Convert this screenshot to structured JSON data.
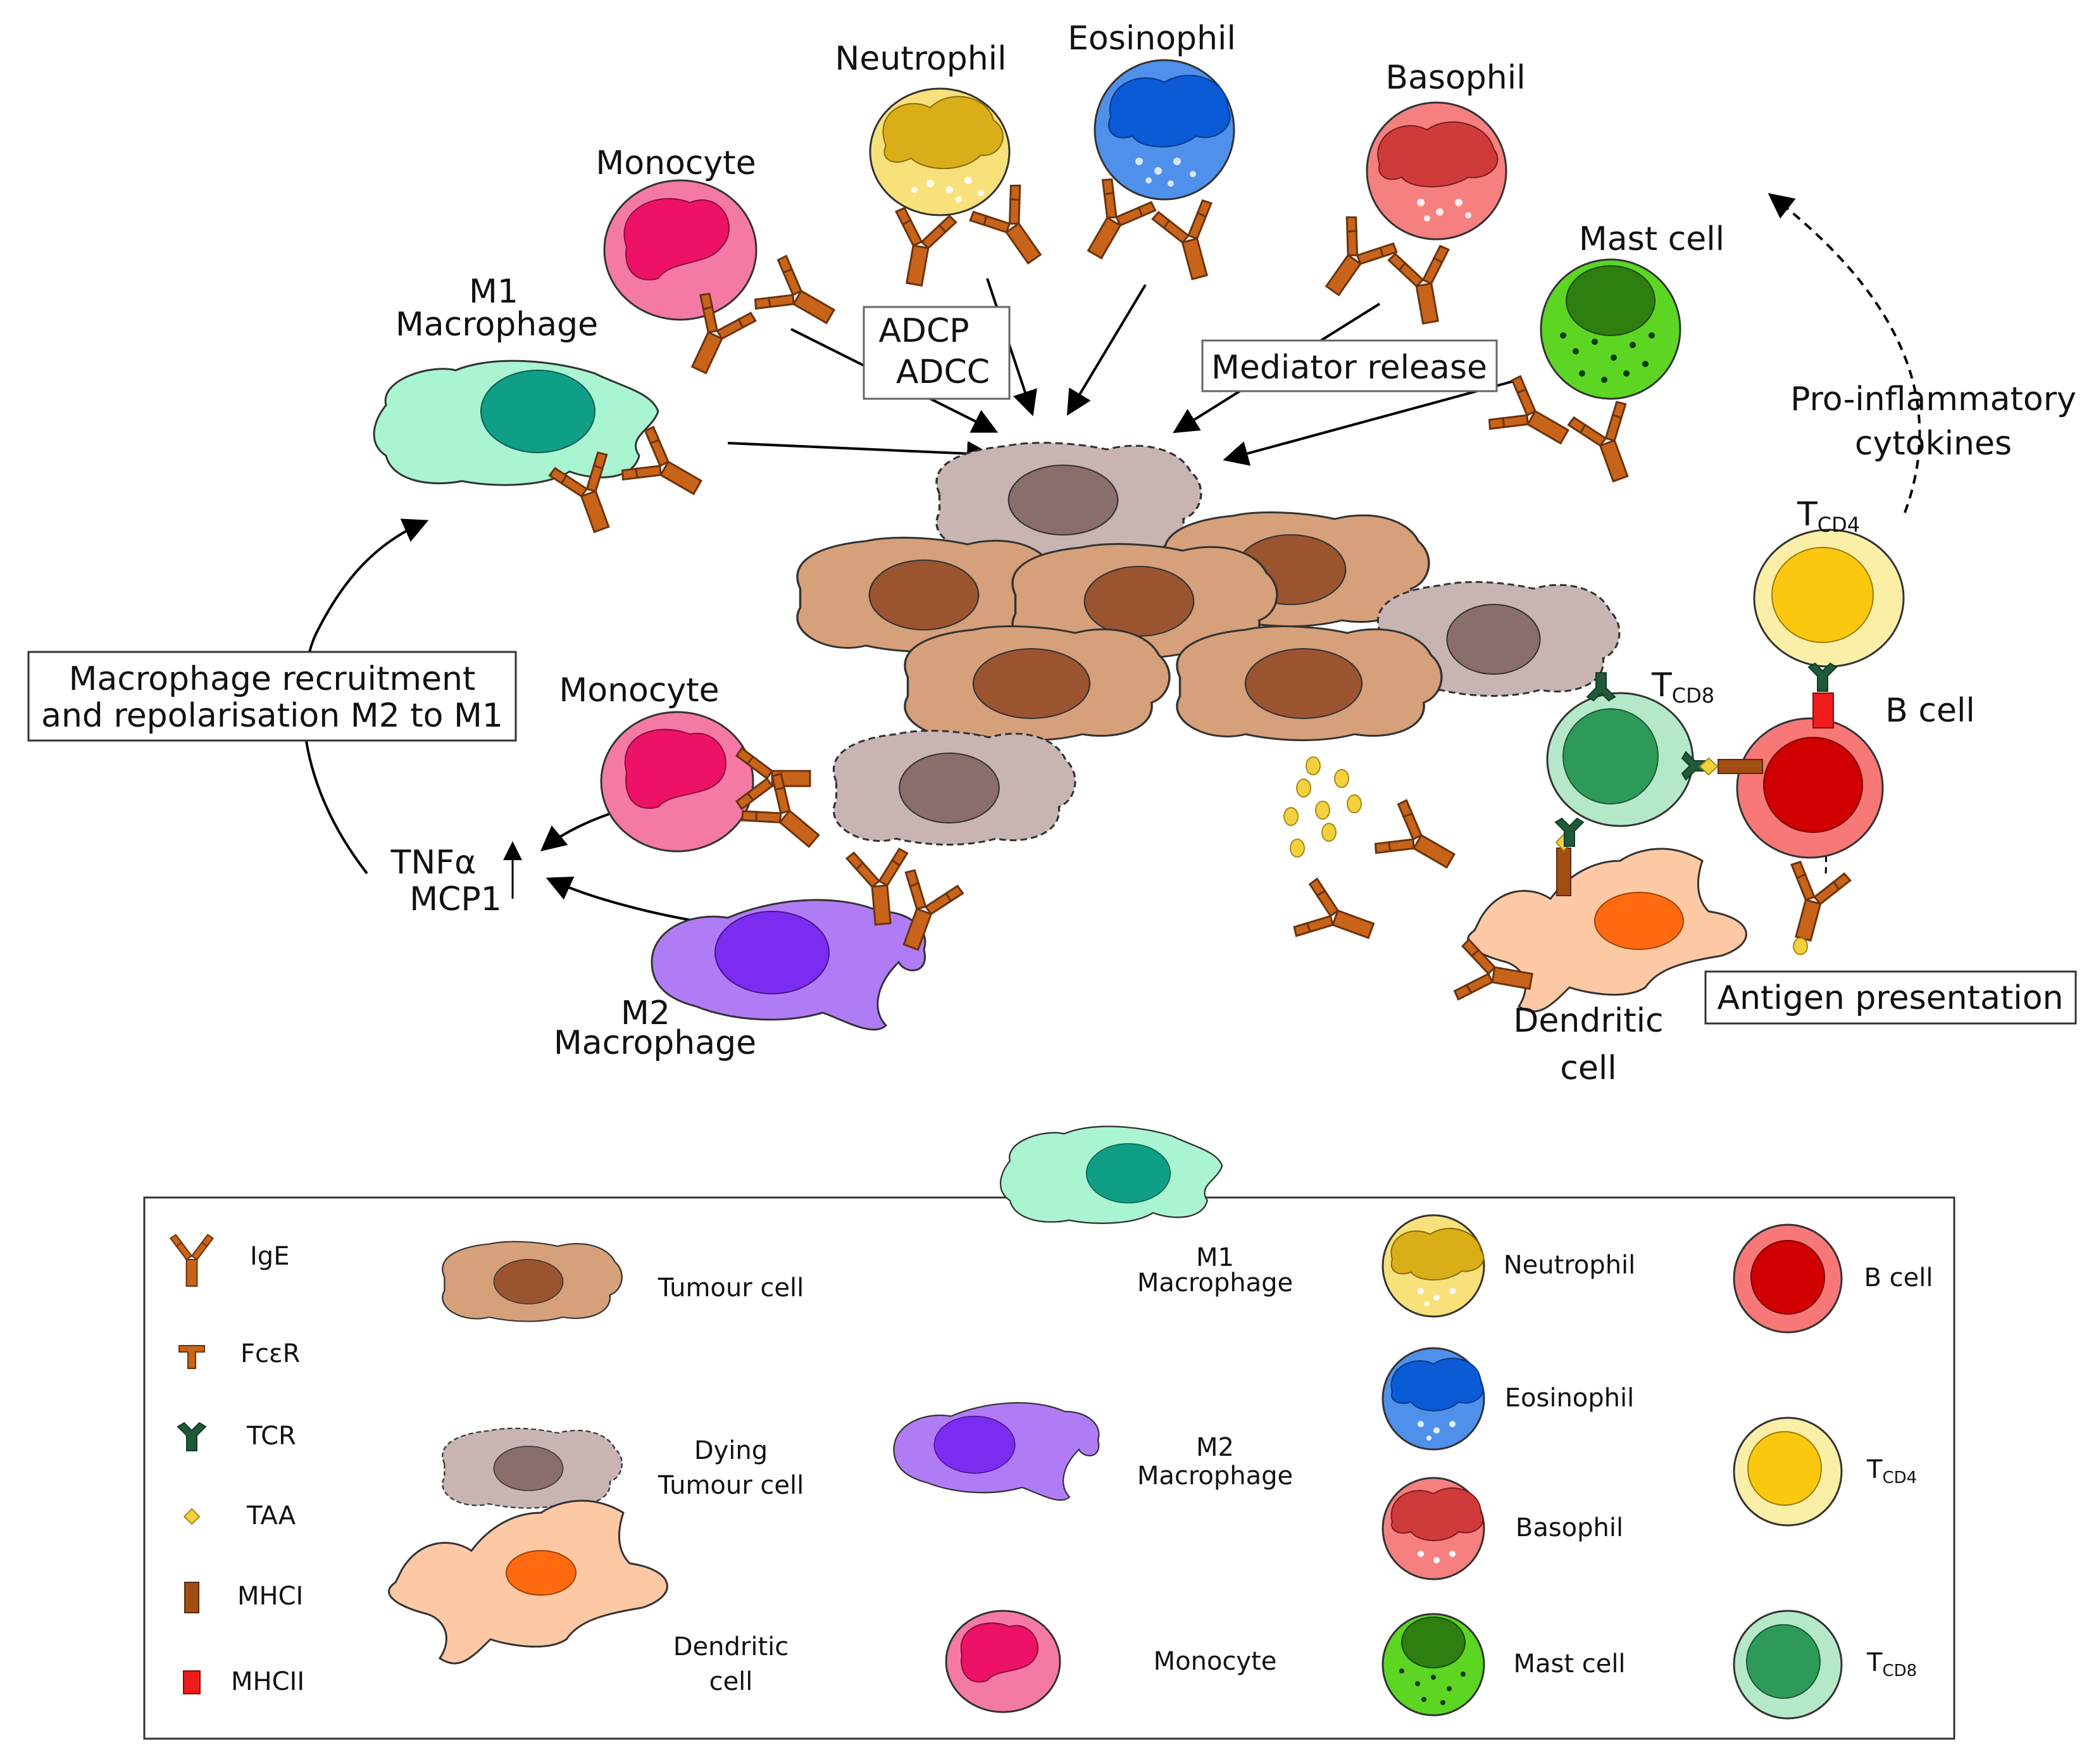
{
  "diagram": {
    "labels": {
      "neutrophil": "Neutrophil",
      "eosinophil": "Eosinophil",
      "basophil": "Basophil",
      "monocyte_top": "Monocyte",
      "m1_line1": "M1",
      "m1_line2": "Macrophage",
      "mast_cell": "Mast cell",
      "adcp": "ADCP",
      "adcc": "ADCC",
      "mediator_release": "Mediator release",
      "pro_inflammatory_line1": "Pro-inflammatory",
      "pro_inflammatory_line2": "cytokines",
      "tcd4_main": "T",
      "tcd4_sub": "CD4",
      "tcd8_main": "T",
      "tcd8_sub": "CD8",
      "b_cell": "B cell",
      "recruitment_line1": "Macrophage recruitment",
      "recruitment_line2": "and repolarisation M2 to M1",
      "monocyte_bottom": "Monocyte",
      "tnfa": "TNFα",
      "mcp1": "MCP1",
      "m2_line1": "M2",
      "m2_line2": "Macrophage",
      "dendritic_line1": "Dendritic",
      "dendritic_line2": "cell",
      "antigen_presentation": "Antigen presentation"
    }
  },
  "legend": {
    "markers": {
      "ige": "IgE",
      "fcer": "FcεR",
      "tcr": "TCR",
      "taa": "TAA",
      "mhci": "MHCI",
      "mhcii": "MHCII"
    },
    "cells": {
      "tumour": "Tumour cell",
      "dying_line1": "Dying",
      "dying_line2": "Tumour cell",
      "dendritic_line1": "Dendritic",
      "dendritic_line2": "cell",
      "m1_line1": "M1",
      "m1_line2": "Macrophage",
      "m2_line1": "M2",
      "m2_line2": "Macrophage",
      "monocyte": "Monocyte",
      "neutrophil": "Neutrophil",
      "eosinophil": "Eosinophil",
      "basophil": "Basophil",
      "mast_cell": "Mast cell",
      "b_cell": "B cell",
      "tcd4_main": "T",
      "tcd4_sub": "CD4",
      "tcd8_main": "T",
      "tcd8_sub": "CD8"
    }
  },
  "colors": {
    "antibody": "#c8631a",
    "tumour_body": "#d6a07a",
    "tumour_nucleus": "#9a5530",
    "dying_body": "#c8b4b2",
    "dying_nucleus": "#8a6e6c",
    "m1_body": "#a9f5d1",
    "m1_nucleus": "#0f9f86",
    "m2_body": "#b07cf6",
    "m2_nucleus": "#7b2cf0",
    "monocyte_body": "#f47aa5",
    "monocyte_nucleus": "#ee1267",
    "neutrophil_body": "#f8e07a",
    "neutrophil_nucleus": "#d9ae18",
    "eosinophil_body": "#4f90ea",
    "eosinophil_nucleus": "#0b5ad6",
    "basophil_body": "#f67f7f",
    "basophil_nucleus": "#cf3b3b",
    "mast_body": "#5cd623",
    "mast_nucleus": "#2f7e10",
    "b_cell_body": "#f87878",
    "b_cell_nucleus": "#d10000",
    "tcd4_body": "#fbefa8",
    "tcd4_nucleus": "#fbc80f",
    "tcd8_body": "#b4e8c8",
    "tcd8_nucleus": "#2e9a5a",
    "dendritic_body": "#fcc9a4",
    "dendritic_nucleus": "#ff6a10",
    "tcr": "#1f5a38",
    "mhci": "#a14e12",
    "mhcii": "#ee1c1c",
    "taa": "#f4d03f"
  }
}
